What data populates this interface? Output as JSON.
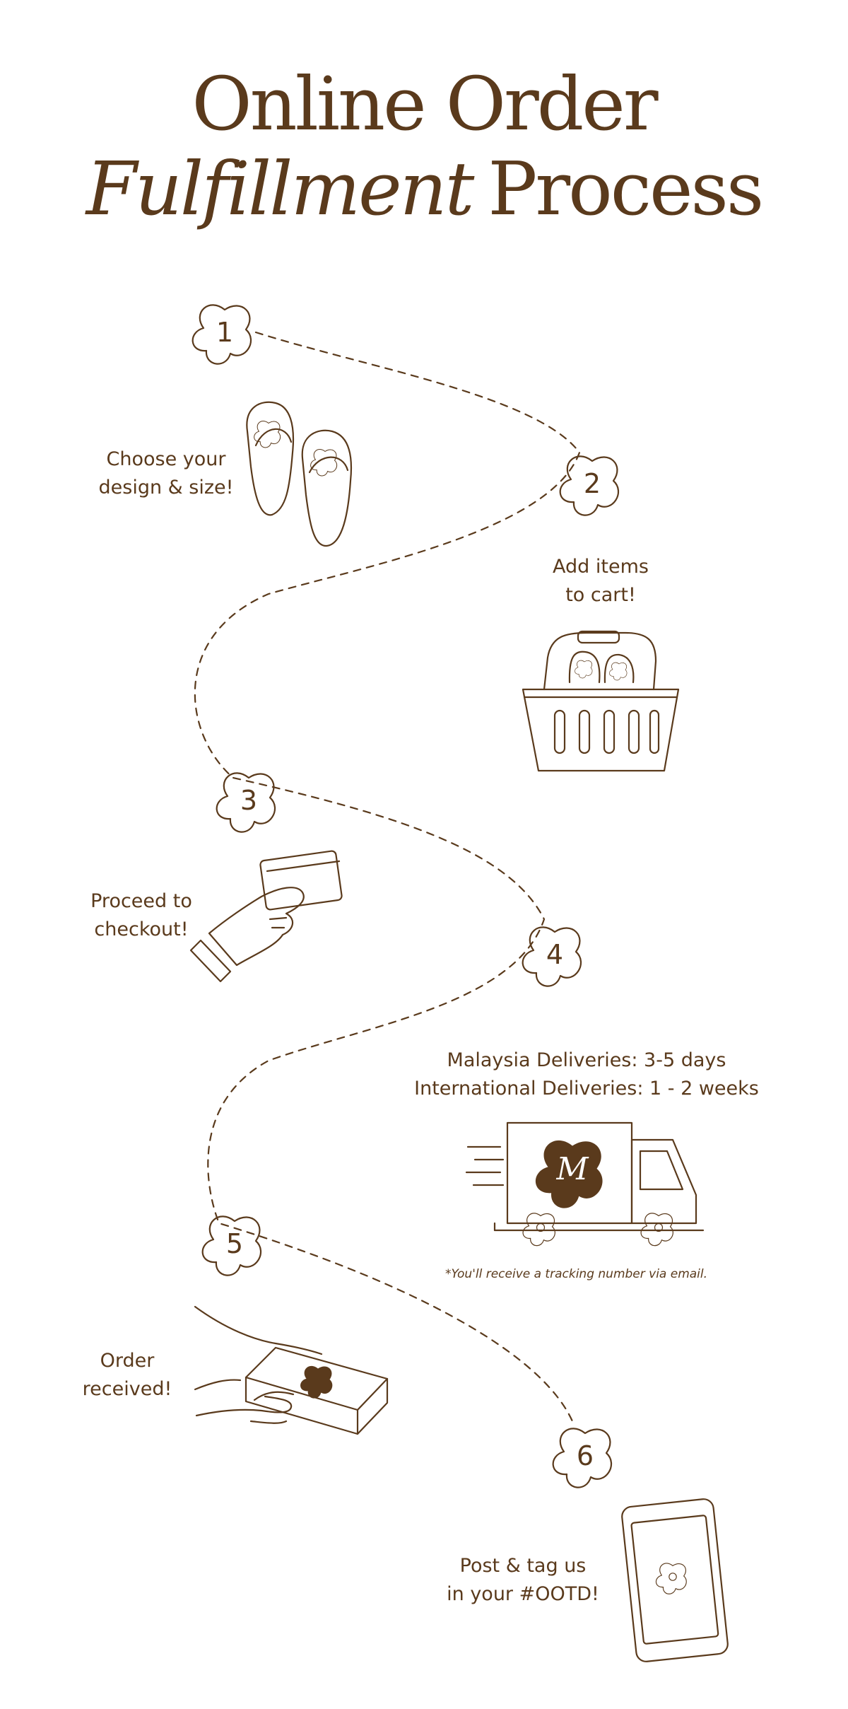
{
  "title": {
    "line1": "Online Order",
    "line2_italic": "Fulfillment",
    "line2_rest": "Process"
  },
  "steps": [
    {
      "number": "1",
      "label_lines": [
        "Choose your",
        "design & size!"
      ],
      "icon": "slippers-icon"
    },
    {
      "number": "2",
      "label_lines": [
        "Add items",
        "to cart!"
      ],
      "icon": "basket-icon"
    },
    {
      "number": "3",
      "label_lines": [
        "Proceed to",
        "checkout!"
      ],
      "icon": "card-hand-icon"
    },
    {
      "number": "4",
      "label_lines": [
        "Malaysia Deliveries: 3-5 days",
        "International Deliveries: 1 - 2 weeks"
      ],
      "icon": "delivery-truck-icon",
      "note": "*You'll receive a tracking number via email."
    },
    {
      "number": "5",
      "label_lines": [
        "Order",
        "received!"
      ],
      "icon": "parcel-hands-icon"
    },
    {
      "number": "6",
      "label_lines": [
        "Post & tag us",
        "in your #OOTD!"
      ],
      "icon": "phone-icon"
    }
  ],
  "brand": {
    "logo": "M",
    "ink_color": "#5a3a1c",
    "background": "#ffffff"
  }
}
